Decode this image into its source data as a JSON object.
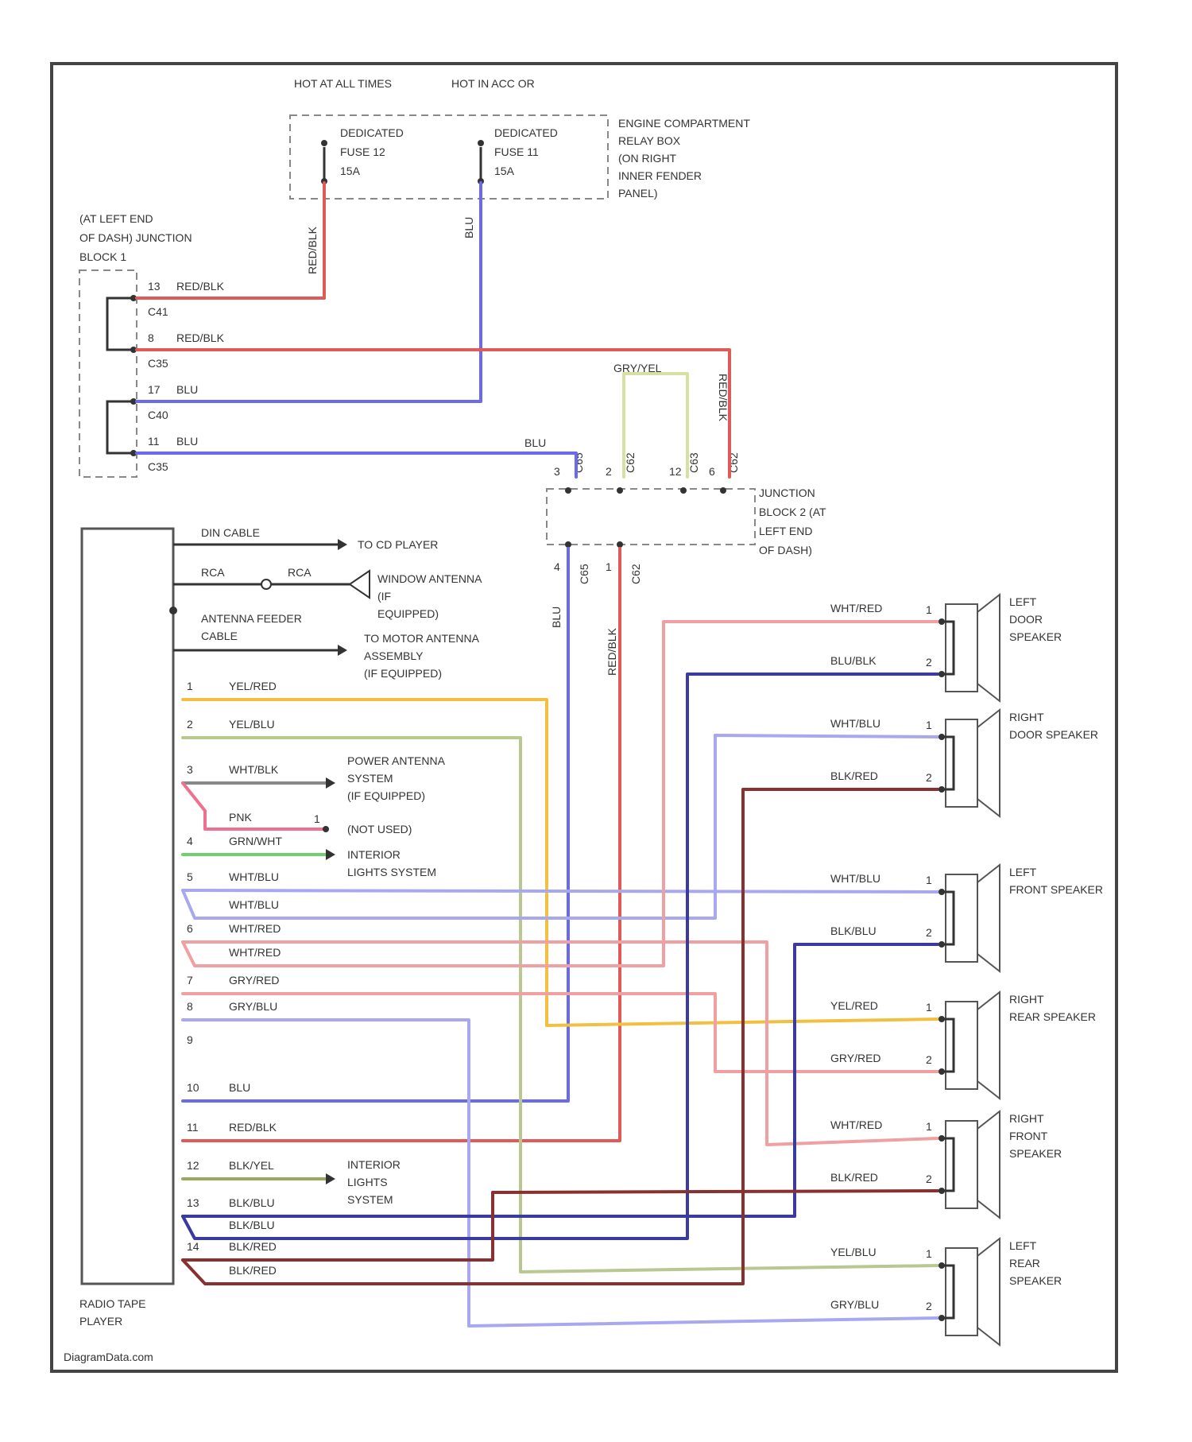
{
  "watermark": "DiagramData.com",
  "fuses": {
    "hot_always": "HOT AT ALL TIMES",
    "hot_acc": "HOT IN ACC OR",
    "fuse12": [
      "DEDICATED",
      "FUSE 12",
      "15A"
    ],
    "fuse11": [
      "DEDICATED",
      "FUSE 11",
      "15A"
    ],
    "relay_box": [
      "ENGINE COMPARTMENT",
      "RELAY BOX",
      "(ON RIGHT",
      "INNER FENDER",
      "PANEL)"
    ]
  },
  "junction1": {
    "title": [
      "(AT LEFT END",
      "OF DASH) JUNCTION",
      "BLOCK 1"
    ],
    "pins": [
      {
        "pin": "13",
        "wire": "RED/BLK",
        "conn": "C41"
      },
      {
        "pin": "8",
        "wire": "RED/BLK",
        "conn": "C35"
      },
      {
        "pin": "17",
        "wire": "BLU",
        "conn": "C40"
      },
      {
        "pin": "11",
        "wire": "BLU",
        "conn": "C35"
      }
    ]
  },
  "junction2": {
    "title": [
      "JUNCTION",
      "BLOCK 2 (AT",
      "LEFT END",
      "OF DASH)"
    ],
    "top_labels": [
      "BLU",
      "GRY/YEL",
      "RED/BLK"
    ],
    "conns": [
      "C65",
      "C62",
      "C63",
      "C62"
    ],
    "pins": [
      "3",
      "2",
      "12",
      "6"
    ],
    "bottom_pins": [
      "4",
      "1"
    ],
    "bottom_conns": [
      "C65",
      "C62"
    ],
    "down_labels": [
      "BLU",
      "RED/BLK"
    ]
  },
  "radio": {
    "label": [
      "RADIO",
      "TAPE",
      "PLAYER"
    ],
    "din_cable": "DIN CABLE",
    "to_cd": "TO CD PLAYER",
    "rca1": "RCA",
    "rca2": "RCA",
    "window_antenna": [
      "WINDOW ANTENNA",
      "(IF",
      "EQUIPPED)"
    ],
    "feeder": [
      "ANTENNA FEEDER",
      "CABLE"
    ],
    "motor_antenna": [
      "TO MOTOR ANTENNA",
      "ASSEMBLY",
      "(IF EQUIPPED)"
    ],
    "pins": [
      {
        "pin": "1",
        "wire": "YEL/RED"
      },
      {
        "pin": "2",
        "wire": "YEL/BLU"
      },
      {
        "pin": "3",
        "wire": "WHT/BLK"
      },
      {
        "pin": "4",
        "wire": "GRN/WHT"
      },
      {
        "pin": "5",
        "wire": "WHT/BLU"
      },
      {
        "pin": "",
        "wire": "WHT/BLU"
      },
      {
        "pin": "6",
        "wire": "WHT/RED"
      },
      {
        "pin": "",
        "wire": "WHT/RED"
      },
      {
        "pin": "7",
        "wire": "GRY/RED"
      },
      {
        "pin": "8",
        "wire": "GRY/BLU"
      },
      {
        "pin": "9",
        "wire": ""
      },
      {
        "pin": "10",
        "wire": "BLU"
      },
      {
        "pin": "11",
        "wire": "RED/BLK"
      },
      {
        "pin": "12",
        "wire": "BLK/YEL"
      },
      {
        "pin": "13",
        "wire": "BLK/BLU"
      },
      {
        "pin": "",
        "wire": "BLK/BLU"
      },
      {
        "pin": "14",
        "wire": "BLK/RED"
      },
      {
        "pin": "",
        "wire": "BLK/RED"
      }
    ],
    "pink": "PNK",
    "pink_pin": "1",
    "power_antenna": [
      "POWER ANTENNA",
      "SYSTEM",
      "(IF EQUIPPED)"
    ],
    "not_used": "(NOT USED)",
    "interior_lights1": [
      "INTERIOR",
      "LIGHTS SYSTEM"
    ],
    "interior_lights2": [
      "INTERIOR",
      "LIGHTS",
      "SYSTEM"
    ]
  },
  "speakers": [
    {
      "name": [
        "LEFT",
        "DOOR",
        "SPEAKER"
      ],
      "w1": "WHT/RED",
      "w2": "BLU/BLK"
    },
    {
      "name": [
        "RIGHT",
        "DOOR SPEAKER"
      ],
      "w1": "WHT/BLU",
      "w2": "BLK/RED"
    },
    {
      "name": [
        "LEFT",
        "FRONT SPEAKER"
      ],
      "w1": "WHT/BLU",
      "w2": "BLK/BLU"
    },
    {
      "name": [
        "RIGHT",
        "REAR SPEAKER"
      ],
      "w1": "YEL/RED",
      "w2": "GRY/RED"
    },
    {
      "name": [
        "RIGHT",
        "FRONT",
        "SPEAKER"
      ],
      "w1": "WHT/RED",
      "w2": "BLK/RED"
    },
    {
      "name": [
        "LEFT",
        "REAR",
        "SPEAKER"
      ],
      "w1": "YEL/BLU",
      "w2": "GRY/BLU"
    }
  ],
  "speaker_pins": [
    "1",
    "2"
  ],
  "vertical_labels": {
    "redblk": "RED/BLK",
    "blu": "BLU"
  },
  "colors": {
    "red": "#e05a5a",
    "blue": "#6a6af0",
    "yellow": "#f2c040",
    "olive": "#b8c890",
    "pink": "#f07090",
    "green": "#70d070",
    "lightred": "#f0a0a0",
    "lightblue": "#a8a8f0",
    "darkblue": "#3a3aa0",
    "maroon": "#8a3030",
    "gryyel": "#d8e0a0",
    "blkyel": "#9aa860",
    "gray": "#888888"
  }
}
